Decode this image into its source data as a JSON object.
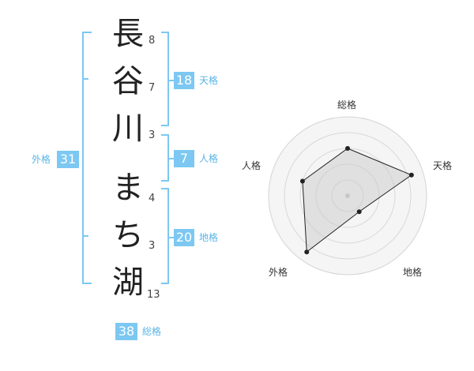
{
  "name": {
    "chars": [
      "長",
      "谷",
      "川",
      "ま",
      "ち",
      "湖"
    ],
    "strokes": [
      "8",
      "7",
      "3",
      "4",
      "3",
      "13"
    ]
  },
  "scores": {
    "tenkaku": {
      "value": "18",
      "label": "天格"
    },
    "jinkaku": {
      "value": "7",
      "label": "人格"
    },
    "chikaku": {
      "value": "20",
      "label": "地格"
    },
    "gaikaku": {
      "value": "31",
      "label": "外格"
    },
    "soukaku": {
      "value": "38",
      "label": "総格"
    }
  },
  "colors": {
    "accent": "#7cc8f2",
    "accent_text": "#5ab4e6"
  },
  "chart_data": {
    "type": "radar",
    "axes": [
      "総格",
      "天格",
      "地格",
      "外格",
      "人格"
    ],
    "values": [
      0.6,
      0.85,
      0.25,
      0.88,
      0.6
    ],
    "rings": 5
  }
}
